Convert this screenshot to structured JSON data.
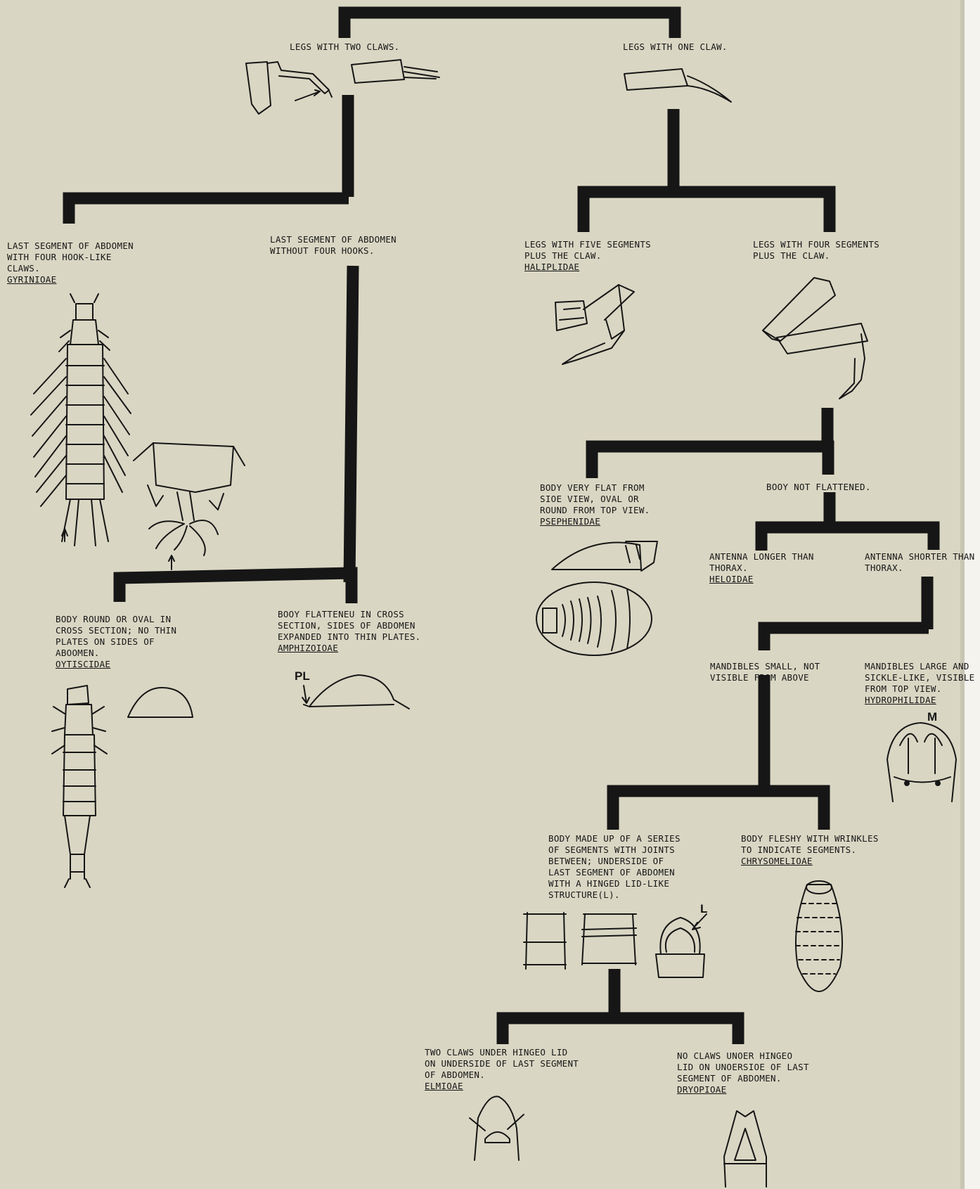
{
  "nodes": {
    "n1": {
      "text": "LEGS WITH TWO CLAWS."
    },
    "n2": {
      "text": "LEGS WITH ONE CLAW."
    },
    "n3": {
      "text": "LAST SEGMENT OF ABDOMEN\nWITH FOUR HOOK-LIKE\nCLAWS.",
      "family": "GYRINIOAE"
    },
    "n4": {
      "text": "LAST SEGMENT OF ABDOMEN\nWITHOUT FOUR HOOKS."
    },
    "n5": {
      "text": "LEGS WITH FIVE SEGMENTS\nPLUS THE CLAW.",
      "family": "HALIPLIDAE"
    },
    "n6": {
      "text": "LEGS WITH FOUR SEGMENTS\nPLUS THE CLAW."
    },
    "n7": {
      "text": "BODY ROUND OR OVAL IN\nCROSS SECTION; NO THIN\nPLATES ON SIDES OF\nABOOMEN.",
      "family": "OYTISCIDAE"
    },
    "n8": {
      "text": "BOOY FLATTENEU IN CROSS\nSECTION, SIDES OF ABDOMEN\nEXPANDED INTO THIN PLATES.",
      "family": "AMPHIZOIOAE"
    },
    "n9": {
      "text": "BODY VERY FLAT FROM\nSIOE VIEW, OVAL OR\nROUND FROM TOP VIEW.",
      "family": "PSEPHENIDAE"
    },
    "n10": {
      "text": "BOOY NOT FLATTENED."
    },
    "n11": {
      "text": "ANTENNA LONGER THAN\nTHORAX.",
      "family": "HELOIDAE"
    },
    "n12": {
      "text": "ANTENNA SHORTER THAN\nTHORAX."
    },
    "n13": {
      "text": "MANDIBLES SMALL, NOT\nVISIBLE FROM ABOVE"
    },
    "n14": {
      "text": "MANDIBLES LARGE AND\nSICKLE-LIKE, VISIBLE\nFROM TOP VIEW.",
      "family": "HYDROPHILIDAE"
    },
    "n15": {
      "text": "BODY MADE UP OF A SERIES\nOF SEGMENTS WITH JOINTS\nBETWEEN; UNDERSIDE OF\nLAST SEGMENT OF ABDOMEN\nWITH A HINGED LID-LIKE\nSTRUCTURE(L)."
    },
    "n16": {
      "text": "BODY FLESHY WITH WRINKLES\nTO INDICATE SEGMENTS.",
      "family": "CHRYSOMELIOAE"
    },
    "n17": {
      "text": "TWO CLAWS UNDER HINGEO LID\nON UNDERSIDE OF LAST SEGMENT\nOF ABDOMEN.",
      "family": "ELMIOAE"
    },
    "n18": {
      "text": "NO CLAWS UNOER HINGEO\nLID ON UNOERSIOE OF LAST\nSEGMENT OF ABDOMEN.",
      "family": "DRYOPIOAE"
    }
  },
  "figure_tags": {
    "pl": "PL",
    "m": "M",
    "l": "L"
  },
  "colors": {
    "background": "#d9d6c3",
    "ink": "#161616"
  }
}
